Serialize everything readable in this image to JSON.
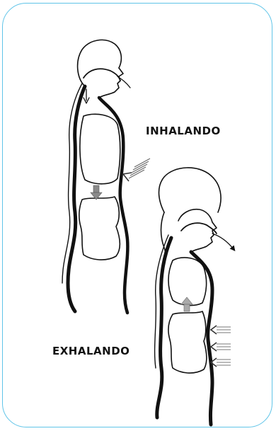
{
  "labels": {
    "inhale": "INHALANDO",
    "exhale": "EXHALANDO"
  },
  "colors": {
    "frame_border": "#5fc4e8",
    "ink": "#111111",
    "arrow_fill": "#8a8a8a"
  },
  "icons": {
    "inhale_figure": "breathing-figure-inhale",
    "exhale_figure": "breathing-figure-exhale",
    "air_in": "air-in-arrow",
    "air_out": "air-out-arrow",
    "diaphragm_down": "diaphragm-down-arrow",
    "diaphragm_up": "diaphragm-up-arrow",
    "compression": "compression-arrows"
  }
}
